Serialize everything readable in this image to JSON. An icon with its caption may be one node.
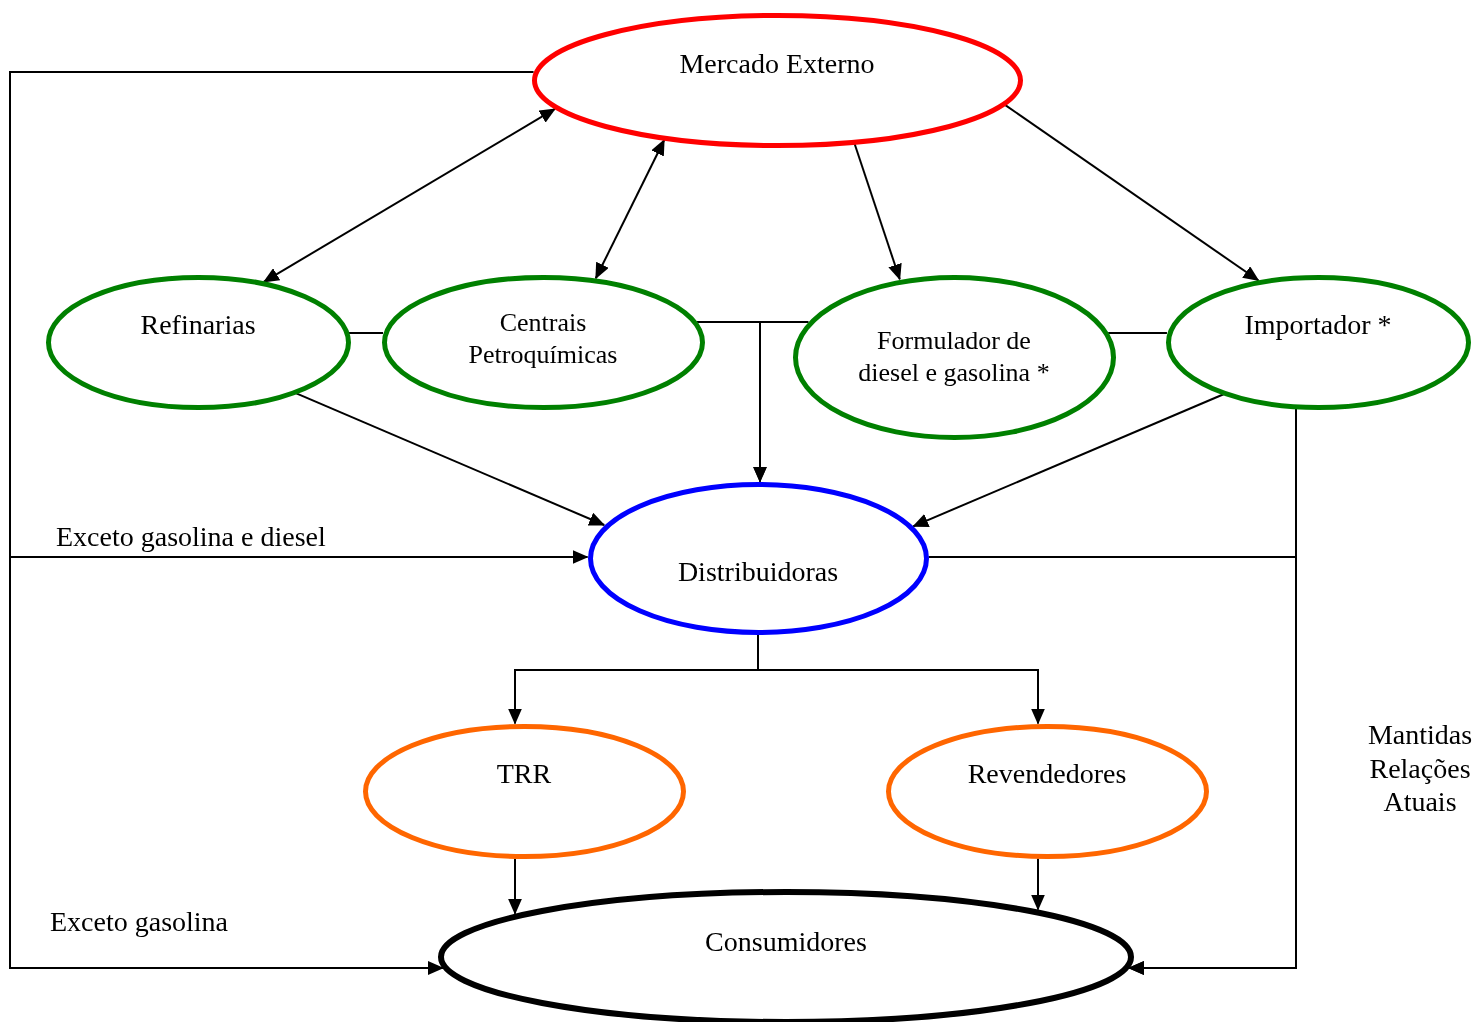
{
  "diagram": {
    "nodes": [
      {
        "text": [
          "Mercado Externo"
        ]
      },
      {
        "text": [
          "Refinarias"
        ]
      },
      {
        "text": [
          "Centrais Petroquímicas"
        ]
      },
      {
        "text": [
          "Formulador de diesel e gasolina *"
        ]
      },
      {
        "text": [
          "Importador *"
        ]
      },
      {
        "text": [
          "Distribuidoras"
        ]
      },
      {
        "text": [
          "TRR"
        ]
      },
      {
        "text": [
          "Revendedores"
        ]
      },
      {
        "text": [
          "Consumidores"
        ]
      }
    ],
    "edges": [
      {
        "from": 0,
        "to": 1,
        "arrow": "both"
      },
      {
        "from": 0,
        "to": 2,
        "arrow": "both"
      },
      {
        "from": 0,
        "to": 3,
        "arrow": "to"
      },
      {
        "from": 0,
        "to": 4,
        "arrow": "to"
      },
      {
        "from": 0,
        "to": 5,
        "arrow": "to",
        "label": "Exceto gasolina e diesel"
      },
      {
        "from": 0,
        "to": 8,
        "arrow": "to",
        "label": "Exceto gasolina"
      },
      {
        "from": 1,
        "to": 2,
        "arrow": "none"
      },
      {
        "from": 3,
        "to": 4,
        "arrow": "none"
      },
      {
        "from": 1,
        "to": 5,
        "arrow": "to"
      },
      {
        "from": 2,
        "to": 5,
        "arrow": "to"
      },
      {
        "from": 3,
        "to": 5,
        "arrow": "to"
      },
      {
        "from": 4,
        "to": 5,
        "arrow": "to"
      },
      {
        "from": 5,
        "to": 6,
        "arrow": "to"
      },
      {
        "from": 5,
        "to": 7,
        "arrow": "to"
      },
      {
        "from": 6,
        "to": 8,
        "arrow": "to"
      },
      {
        "from": 7,
        "to": 8,
        "arrow": "to"
      },
      {
        "from": 4,
        "to": 8,
        "arrow": "to"
      },
      {
        "from": 5,
        "to": 8,
        "arrow": "to"
      }
    ],
    "labels": [
      "Mantidas Relações Atuais"
    ]
  }
}
